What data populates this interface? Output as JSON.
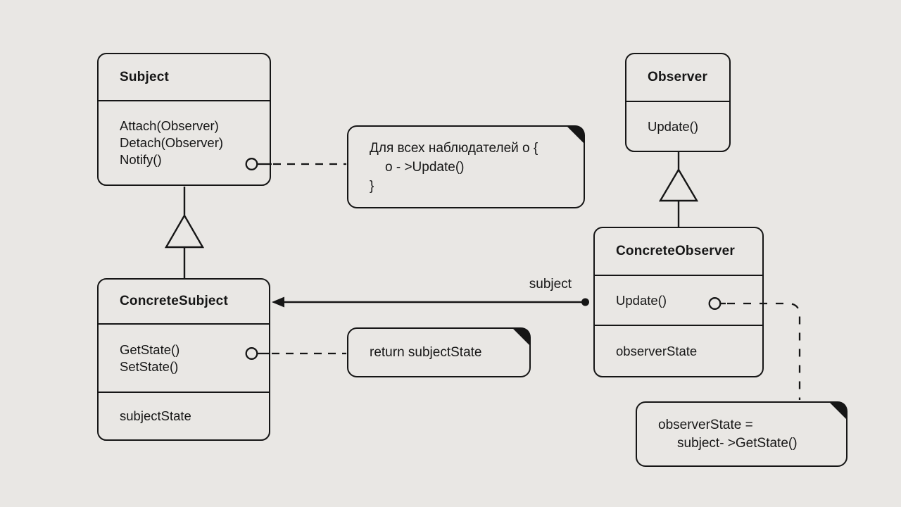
{
  "canvas": {
    "background_color": "#e9e7e4",
    "stroke_color": "#161616"
  },
  "classes": [
    {
      "id": "subject",
      "title": "Subject",
      "methods": [
        "Attach(Observer)",
        "Detach(Observer)",
        "Notify()"
      ],
      "attributes": []
    },
    {
      "id": "observer",
      "title": "Observer",
      "methods": [
        "Update()"
      ],
      "attributes": []
    },
    {
      "id": "concrete-subject",
      "title": "ConcreteSubject",
      "methods": [
        "GetState()",
        "SetState()"
      ],
      "attributes": [
        "subjectState"
      ]
    },
    {
      "id": "concrete-observer",
      "title": "ConcreteObserver",
      "methods": [
        "Update()"
      ],
      "attributes": [
        "observerState"
      ]
    }
  ],
  "notes": [
    {
      "id": "notify-note",
      "lines": [
        "Для всех наблюдателей o {",
        "o - >Update()",
        "}"
      ]
    },
    {
      "id": "getstate-note",
      "lines": [
        "return subjectState"
      ]
    },
    {
      "id": "update-note",
      "lines": [
        "observerState =",
        "subject- >GetState()"
      ]
    }
  ],
  "labels": {
    "association": "subject"
  }
}
